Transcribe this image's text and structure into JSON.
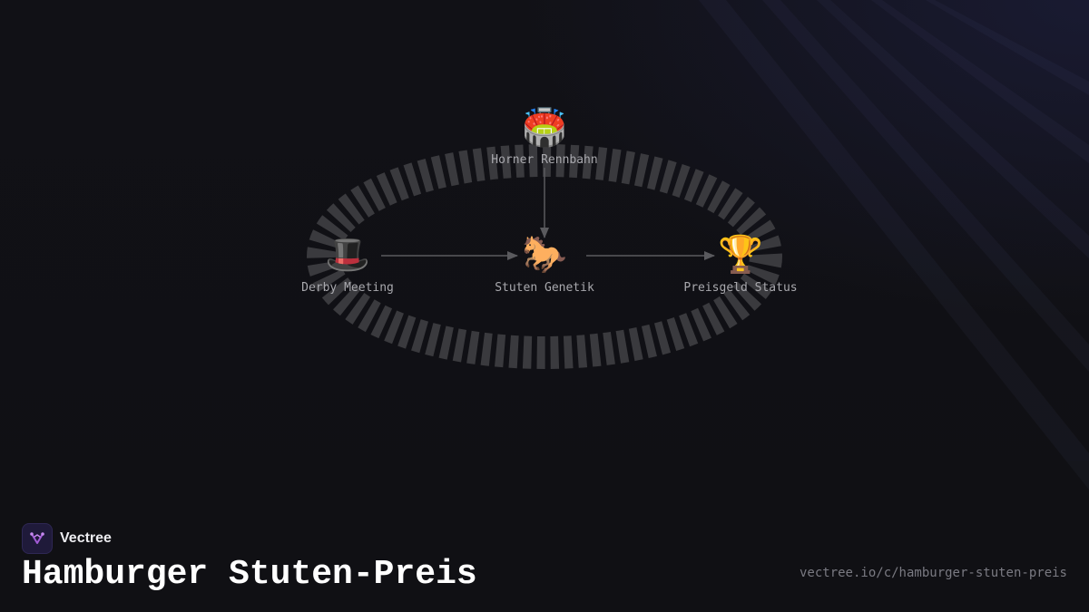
{
  "diagram": {
    "nodes": [
      {
        "id": "venue",
        "icon": "🏟️",
        "icon_name": "stadium-icon",
        "label": "Horner Rennbahn"
      },
      {
        "id": "meeting",
        "icon": "🎩",
        "icon_name": "top-hat-icon",
        "label": "Derby Meeting"
      },
      {
        "id": "genetics",
        "icon": "🐎",
        "icon_name": "horse-icon",
        "label": "Stuten Genetik"
      },
      {
        "id": "prize",
        "icon": "🏆",
        "icon_name": "trophy-icon",
        "label": "Preisgeld Status"
      }
    ],
    "edges": [
      {
        "from": "venue",
        "to": "genetics"
      },
      {
        "from": "meeting",
        "to": "genetics"
      },
      {
        "from": "genetics",
        "to": "prize"
      }
    ],
    "track_icon": "race-track-oval"
  },
  "brand": {
    "name": "Vectree",
    "logo_icon": "vectree-logo-icon",
    "logo_color": "#a25bd6"
  },
  "title": "Hamburger Stuten-Preis",
  "url": "vectree.io/c/hamburger-stuten-preis",
  "colors": {
    "background": "#111116",
    "track": "#3a3a3e",
    "edge": "#5a5a5e",
    "label": "#a9a9ae"
  }
}
